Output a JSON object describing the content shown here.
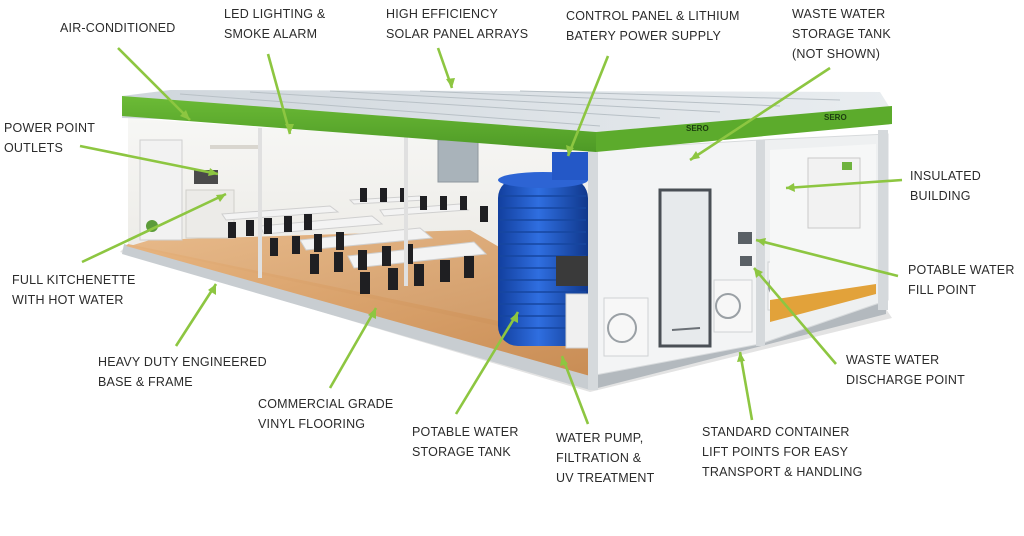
{
  "brand": "SERO",
  "colors": {
    "roof": "#67b536",
    "arrow": "#8dc641",
    "tank": "#1f55c8",
    "floor": "#d9a06a",
    "wall": "#f4f5f6"
  },
  "labels": {
    "air_conditioned": [
      "AIR-CONDITIONED"
    ],
    "led_lighting": [
      "LED LIGHTING &",
      "SMOKE ALARM"
    ],
    "solar": [
      "HIGH EFFICIENCY",
      "SOLAR PANEL ARRAYS"
    ],
    "control_panel": [
      "CONTROL PANEL & LITHIUM",
      "BATERY POWER SUPPLY"
    ],
    "waste_tank": [
      "WASTE WATER",
      "STORAGE TANK",
      "(NOT SHOWN)"
    ],
    "power_point": [
      "POWER POINT",
      "OUTLETS"
    ],
    "insulated": [
      "INSULATED",
      "BUILDING"
    ],
    "kitchenette": [
      "FULL KITCHENETTE",
      "WITH HOT WATER"
    ],
    "potable_fill": [
      "POTABLE WATER",
      "FILL POINT"
    ],
    "base_frame": [
      "HEAVY DUTY ENGINEERED",
      "BASE & FRAME"
    ],
    "waste_discharge": [
      "WASTE WATER",
      "DISCHARGE POINT"
    ],
    "vinyl": [
      "COMMERCIAL GRADE",
      "VINYL FLOORING"
    ],
    "potable_tank": [
      "POTABLE WATER",
      "STORAGE TANK"
    ],
    "pump": [
      "WATER PUMP,",
      "FILTRATION &",
      "UV TREATMENT"
    ],
    "lift_points": [
      "STANDARD CONTAINER",
      "LIFT POINTS FOR EASY",
      "TRANSPORT & HANDLING"
    ]
  }
}
